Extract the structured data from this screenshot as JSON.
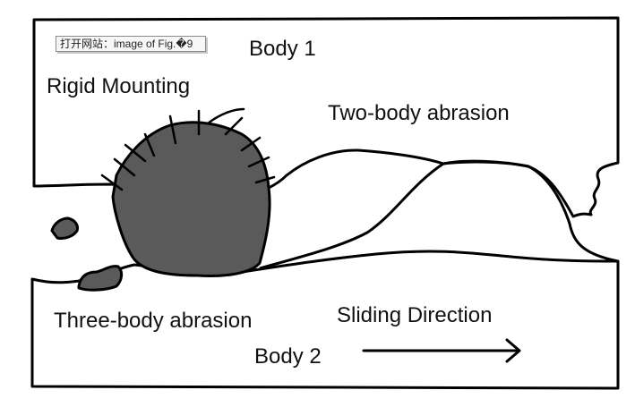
{
  "tag_text": "打开网站：image of Fig.�9",
  "labels": {
    "body1": "Body 1",
    "rigid_mounting": "Rigid Mounting",
    "two_body": "Two-body abrasion",
    "three_body": "Three-body abrasion",
    "sliding_direction": "Sliding Direction",
    "body2": "Body 2"
  },
  "colors": {
    "stroke": "#000000",
    "particle_fill": "#5a5a5a",
    "background": "#ffffff"
  },
  "icons": {
    "arrow": "right-arrow-icon"
  }
}
